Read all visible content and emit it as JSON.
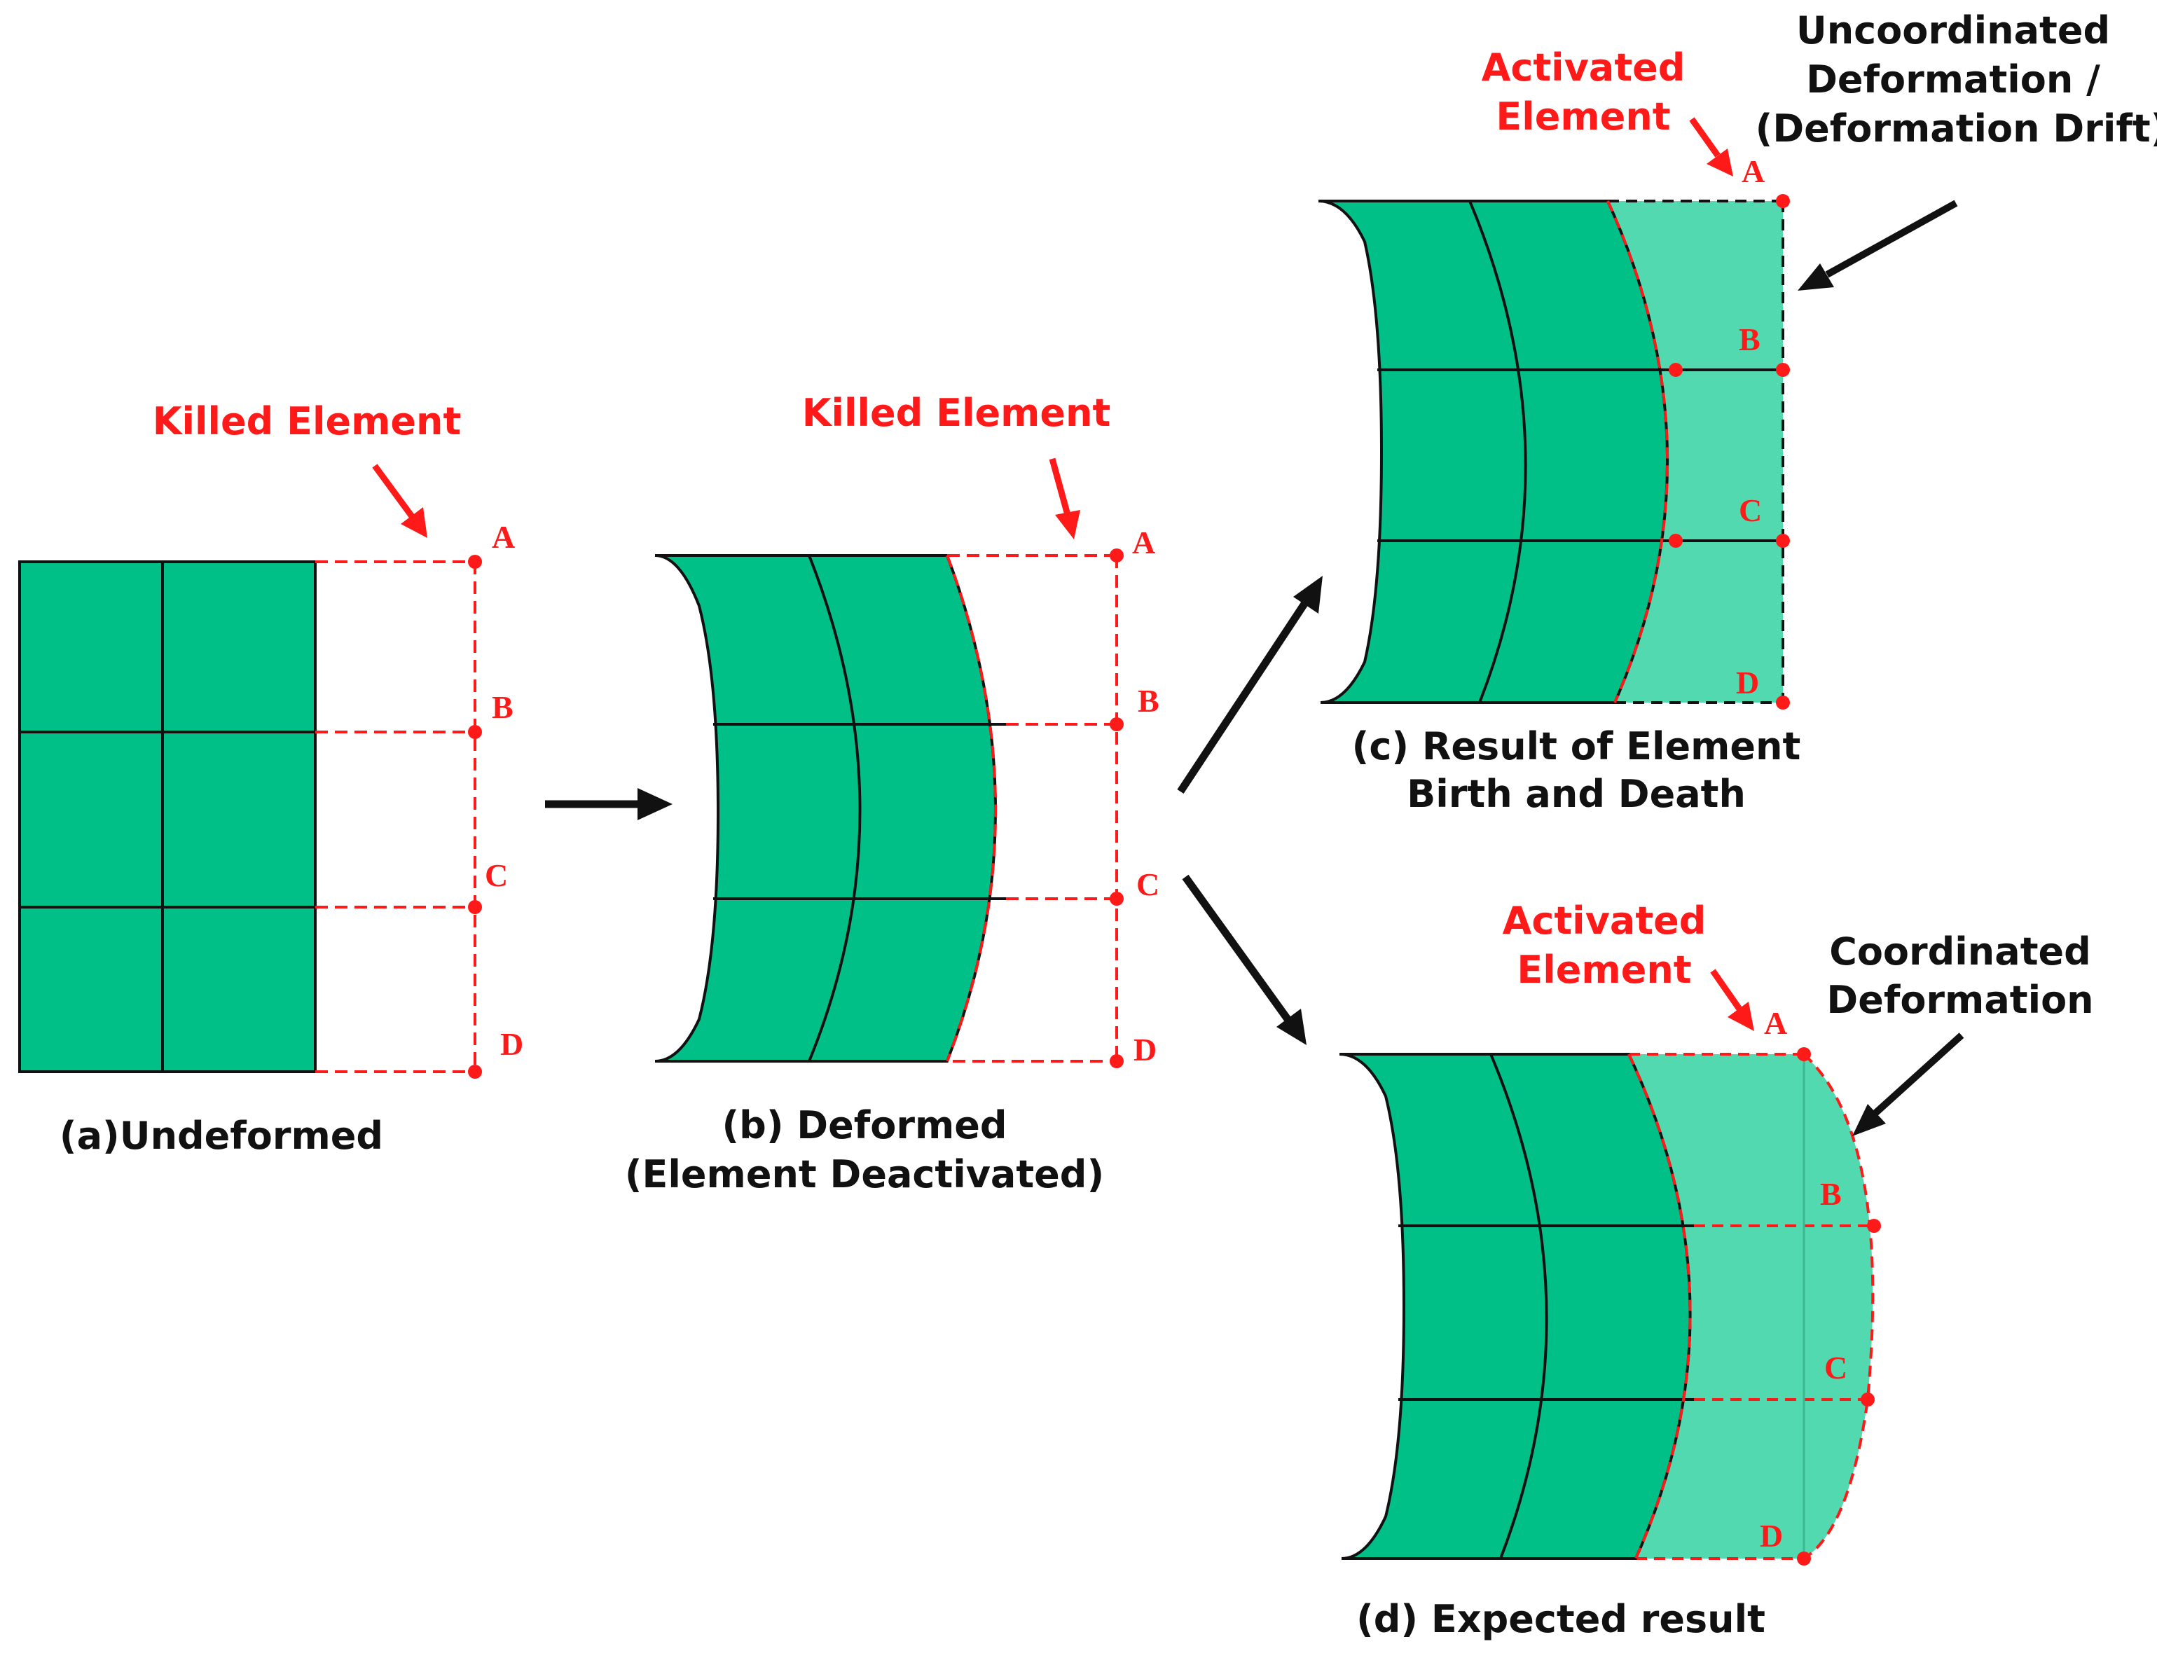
{
  "colors": {
    "element_green": "#00bf87",
    "activated_green": "#52d9b0",
    "annotation_red": "#ff1a1a",
    "outline": "#111111"
  },
  "panel_a": {
    "caption": "(a)Undeformed",
    "killed_label": "Killed Element",
    "nodes": [
      "A",
      "B",
      "C",
      "D"
    ]
  },
  "panel_b": {
    "caption_line1": "(b) Deformed",
    "caption_line2": "(Element Deactivated)",
    "killed_label": "Killed Element",
    "nodes": [
      "A",
      "B",
      "C",
      "D"
    ]
  },
  "panel_c": {
    "caption_line1": "(c) Result of Element",
    "caption_line2": "Birth and Death",
    "activated_line1": "Activated",
    "activated_line2": "Element",
    "note_line1": "Uncoordinated",
    "note_line2": "Deformation /",
    "note_line3": "(Deformation Drift)",
    "nodes": [
      "A",
      "B",
      "C",
      "D"
    ]
  },
  "panel_d": {
    "caption": "(d) Expected result",
    "activated_line1": "Activated",
    "activated_line2": "Element",
    "note_line1": "Coordinated",
    "note_line2": "Deformation",
    "nodes": [
      "A",
      "B",
      "C",
      "D"
    ]
  }
}
